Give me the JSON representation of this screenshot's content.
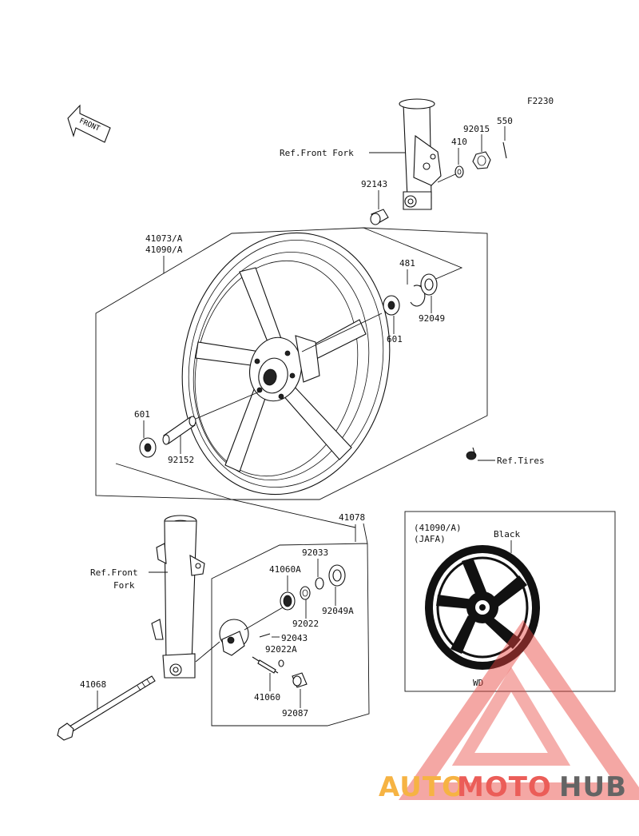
{
  "figure_code": "F2230",
  "front_arrow_text": "FRONT",
  "labels": {
    "ref_front_fork_top": "Ref.Front Fork",
    "p410": "410",
    "p92015": "92015",
    "p550": "550",
    "p92143": "92143",
    "p41073a": "41073/A",
    "p41090a": "41090/A",
    "p481": "481",
    "p92049": "92049",
    "p601_right": "601",
    "p601_left": "601",
    "p92152": "92152",
    "ref_tires": "Ref.Tires",
    "p41078": "41078",
    "ref_front_fork_bottom_1": "Ref.Front",
    "ref_front_fork_bottom_2": "Fork",
    "p92033": "92033",
    "p41060a": "41060A",
    "p92049a": "92049A",
    "p92022": "92022",
    "p92043": "92043",
    "p92022a": "92022A",
    "p41068": "41068",
    "p41060": "41060",
    "p92087": "92087",
    "inset_code": "(41090/A)",
    "inset_region": "(JAFA)",
    "inset_color": "Black",
    "inset_wd": "WD"
  },
  "watermark": {
    "part1": "AUTO",
    "part2": "MOTO",
    "part3": "HUB",
    "colors": {
      "orange": "#f5a623",
      "red": "#e8413c",
      "gray": "#4a4a4a"
    }
  }
}
